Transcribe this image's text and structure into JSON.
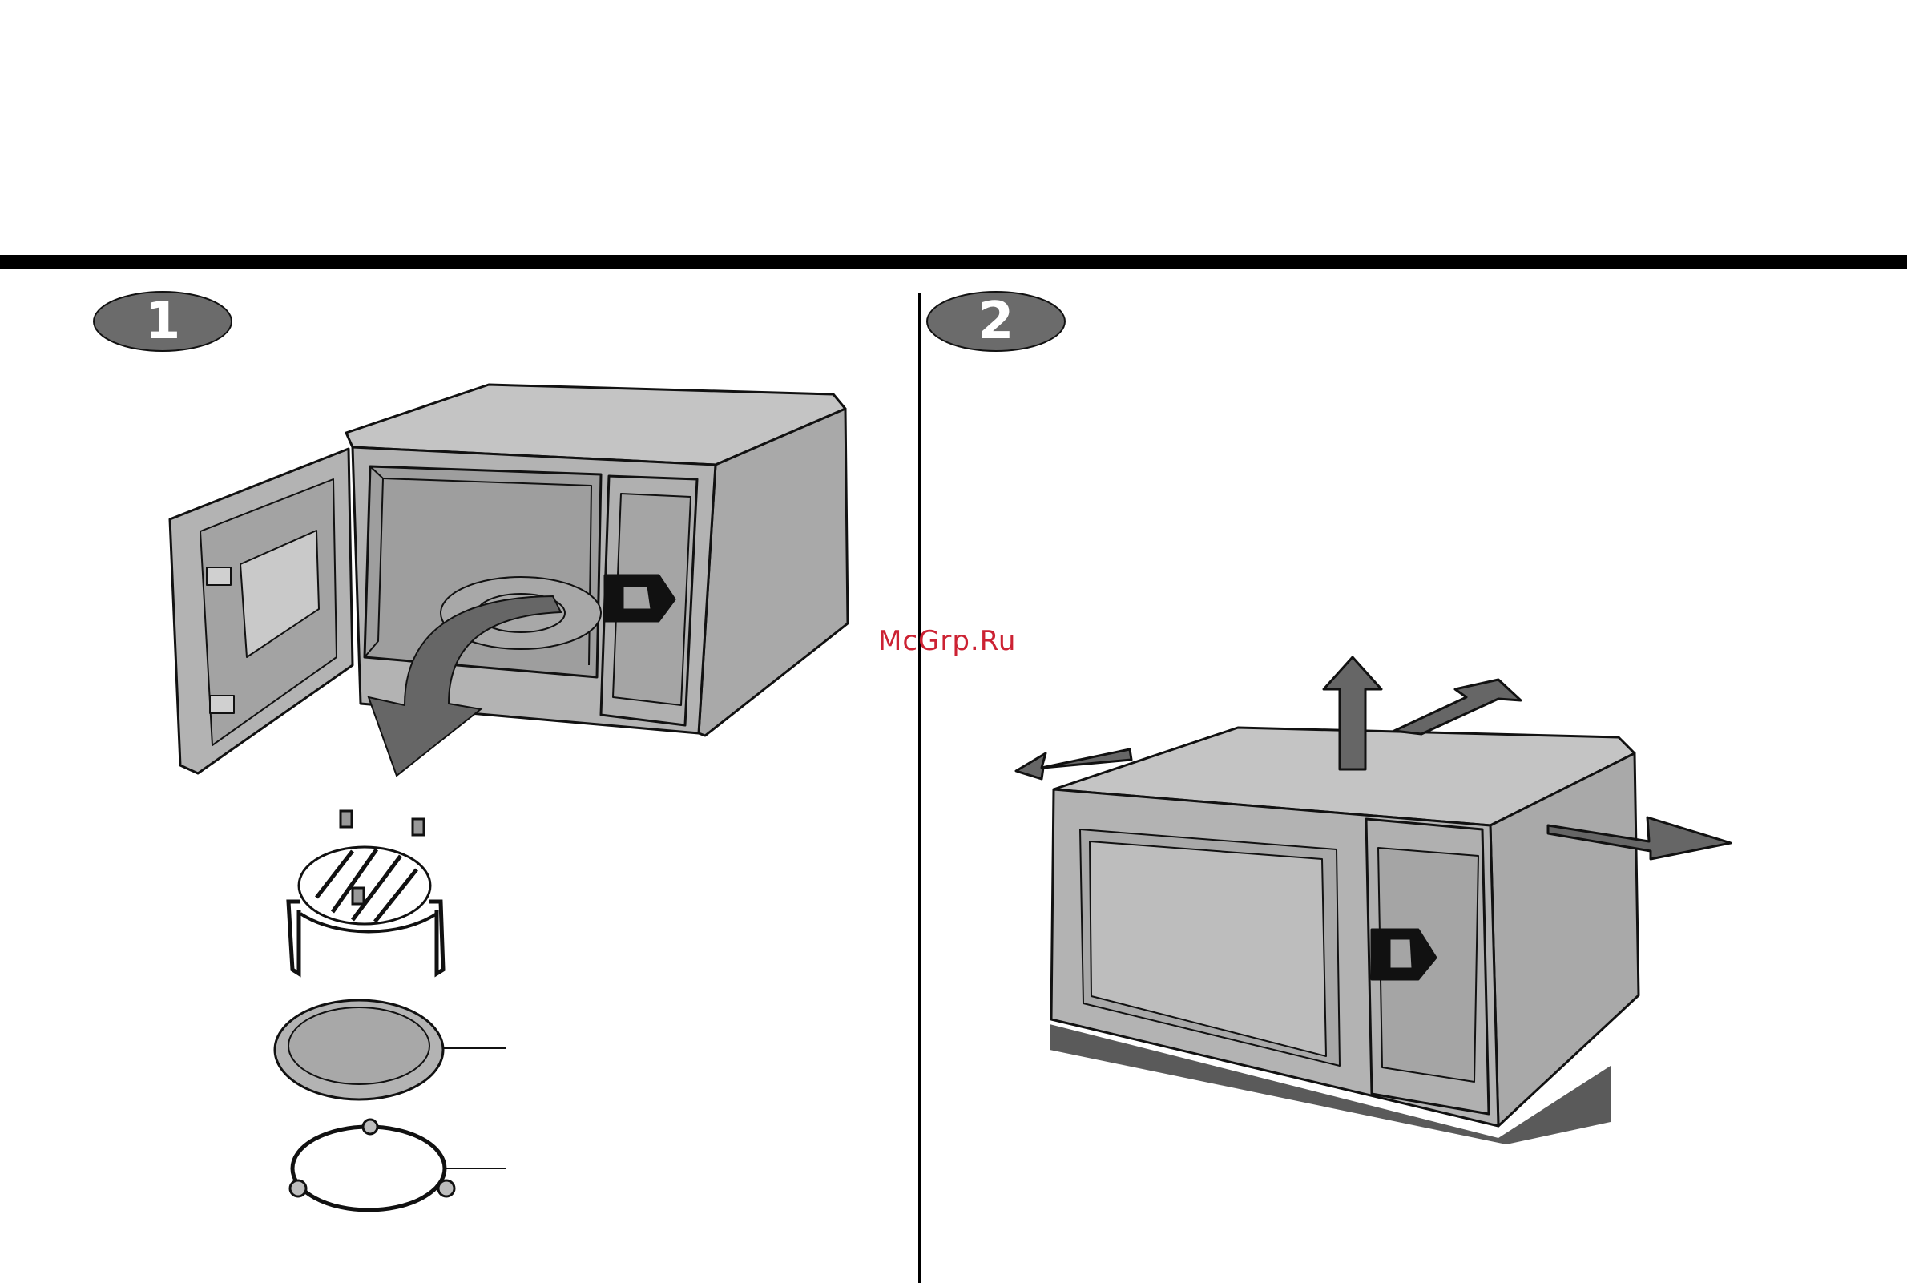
{
  "steps": [
    {
      "number": "1"
    },
    {
      "number": "2"
    }
  ],
  "watermark": "McGrp.Ru",
  "colors": {
    "appliance_gray": "#b3b3b3",
    "arrow_gray": "#666666",
    "badge_gray": "#6b6b6b",
    "watermark_red": "#cc2233"
  }
}
